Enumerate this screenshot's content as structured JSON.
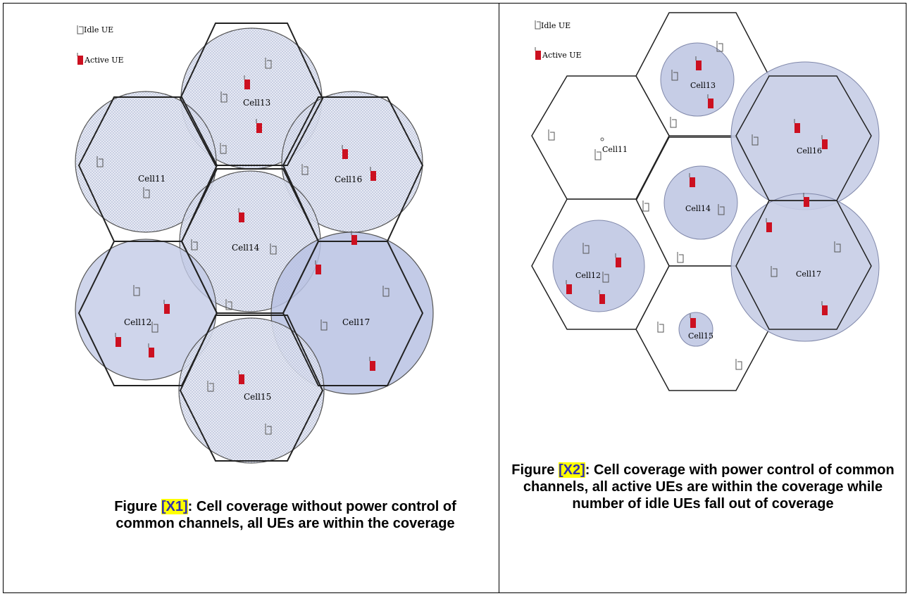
{
  "figures": [
    {
      "legend": {
        "idle": "Idle UE",
        "active": "Active UE"
      },
      "cells": [
        "Cell13",
        "Cell11",
        "Cell16",
        "Cell14",
        "Cell12",
        "Cell17",
        "Cell15"
      ]
    },
    {
      "legend": {
        "idle": "Idle UE",
        "active": "Active UE"
      },
      "cells": [
        "Cell13",
        "Cell11",
        "Cell16",
        "Cell14",
        "Cell12",
        "Cell17",
        "Cell15"
      ]
    }
  ],
  "captions": [
    {
      "prefix": "Figure ",
      "tag": "[X1]",
      "text": ": Cell coverage without power control of common channels, all UEs are within the coverage"
    },
    {
      "prefix": "Figure ",
      "tag": "[X2]",
      "text": ": Cell coverage with power control of common channels, all active UEs are within the coverage while number of idle UEs fall out of coverage"
    }
  ],
  "colors": {
    "active_ue": "#cc1020",
    "coverage_fill": "#c6cde6",
    "hex_stroke": "#222222"
  }
}
